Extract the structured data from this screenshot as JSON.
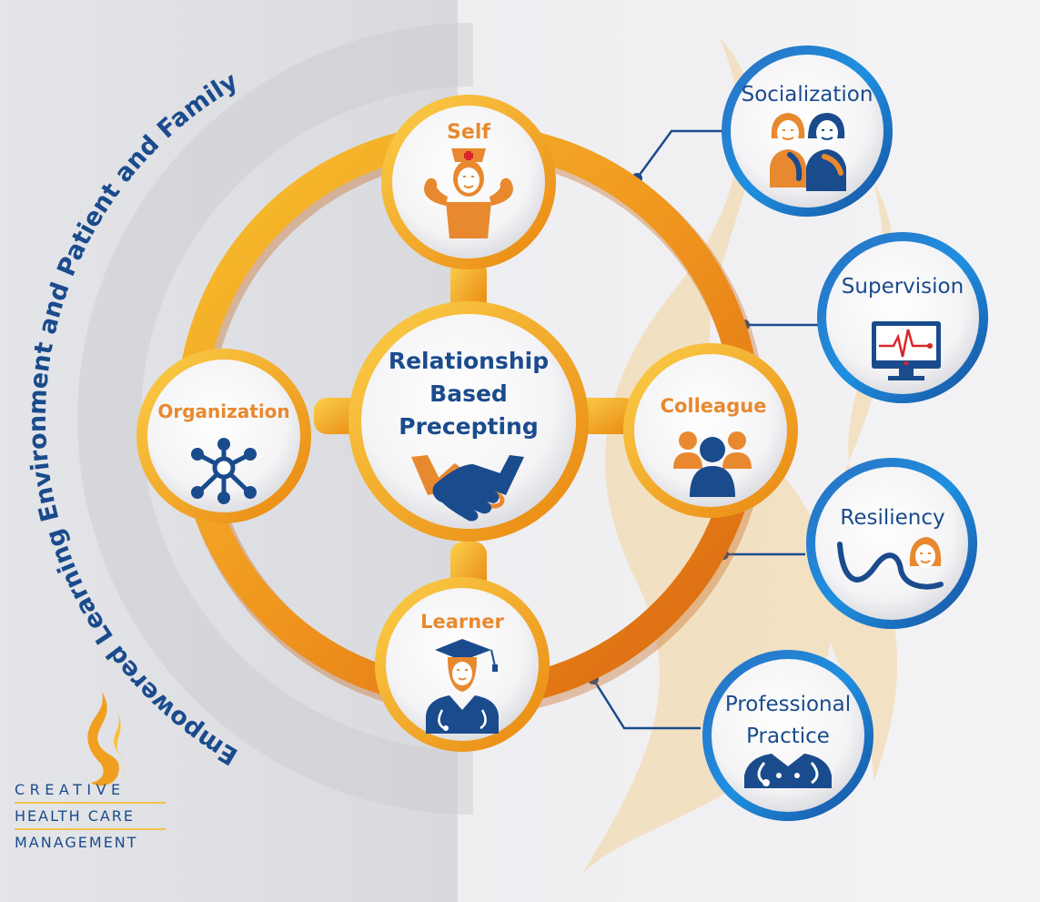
{
  "arc_text": "Empowered Learning Environment and Patient and Family",
  "center": {
    "lines": [
      "Relationship",
      "Based",
      "Precepting"
    ],
    "icon": "handshake-icon"
  },
  "nodes": [
    {
      "id": "self",
      "label": "Self",
      "icon": "nurse-flexing-icon"
    },
    {
      "id": "organization",
      "label": "Organization",
      "icon": "network-hub-icon"
    },
    {
      "id": "colleague",
      "label": "Colleague",
      "icon": "people-group-icon"
    },
    {
      "id": "learner",
      "label": "Learner",
      "icon": "graduate-doctor-icon"
    }
  ],
  "satellites": [
    {
      "id": "socialization",
      "lines": [
        "Socialization"
      ],
      "icon": "two-friends-icon"
    },
    {
      "id": "supervision",
      "lines": [
        "Supervision"
      ],
      "icon": "heart-monitor-icon"
    },
    {
      "id": "resiliency",
      "lines": [
        "Resiliency"
      ],
      "icon": "wave-person-icon"
    },
    {
      "id": "professional-practice",
      "lines": [
        "Professional",
        "Practice"
      ],
      "icon": "stethoscope-icon"
    }
  ],
  "logo": {
    "line1": "CREATIVE",
    "line2": "HEALTH CARE",
    "line3": "MANAGEMENT"
  },
  "colors": {
    "blue": "#1a4b8c",
    "orange": "#e8892f",
    "ring": "#f0a01e",
    "satellite_ring": "#1f7fd0"
  }
}
